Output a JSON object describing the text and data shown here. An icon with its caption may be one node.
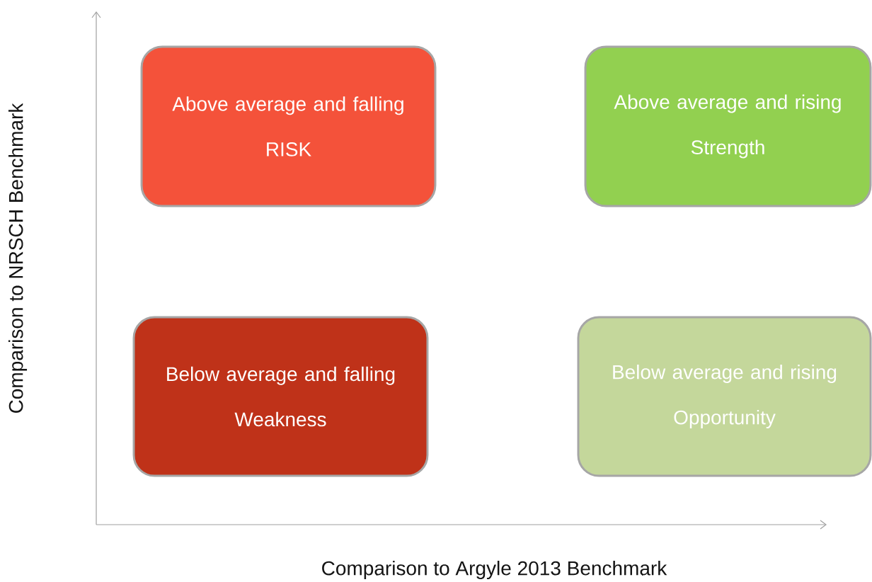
{
  "diagram": {
    "nodes": [
      {
        "text": [
          "Above average and falling",
          "RISK"
        ]
      },
      {
        "text": [
          "Above average and rising",
          "Strength"
        ]
      },
      {
        "text": [
          "Below average and falling",
          "Weakness"
        ]
      },
      {
        "text": [
          "Below average and rising",
          "Opportunity"
        ]
      }
    ],
    "labels": [
      "Comparison to NRSCH Benchmark",
      "Comparison to Argyle 2013 Benchmark"
    ]
  }
}
